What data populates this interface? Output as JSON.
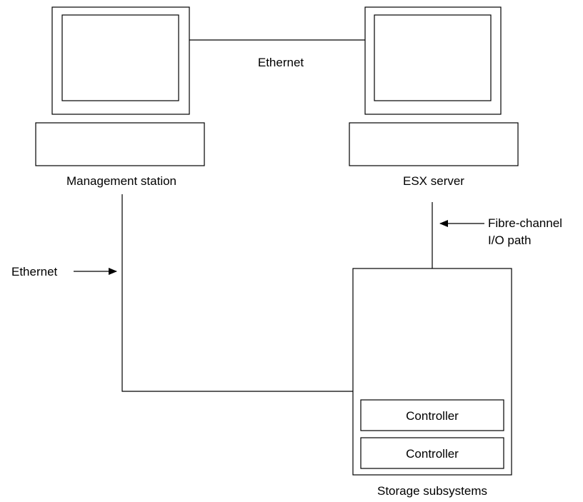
{
  "diagram": {
    "labels": {
      "ethernet_top": "Ethernet",
      "management_station": "Management station",
      "esx_server": "ESX server",
      "fibre_channel_line1": "Fibre-channel",
      "fibre_channel_line2": "I/O path",
      "ethernet_left": "Ethernet",
      "controller_1": "Controller",
      "controller_2": "Controller",
      "storage_subsystems": "Storage subsystems"
    },
    "colors": {
      "stroke": "#000000",
      "background": "#ffffff"
    },
    "icons": [
      "computer-monitor-icon",
      "system-unit-icon",
      "arrow-right-icon",
      "arrow-left-icon"
    ]
  }
}
